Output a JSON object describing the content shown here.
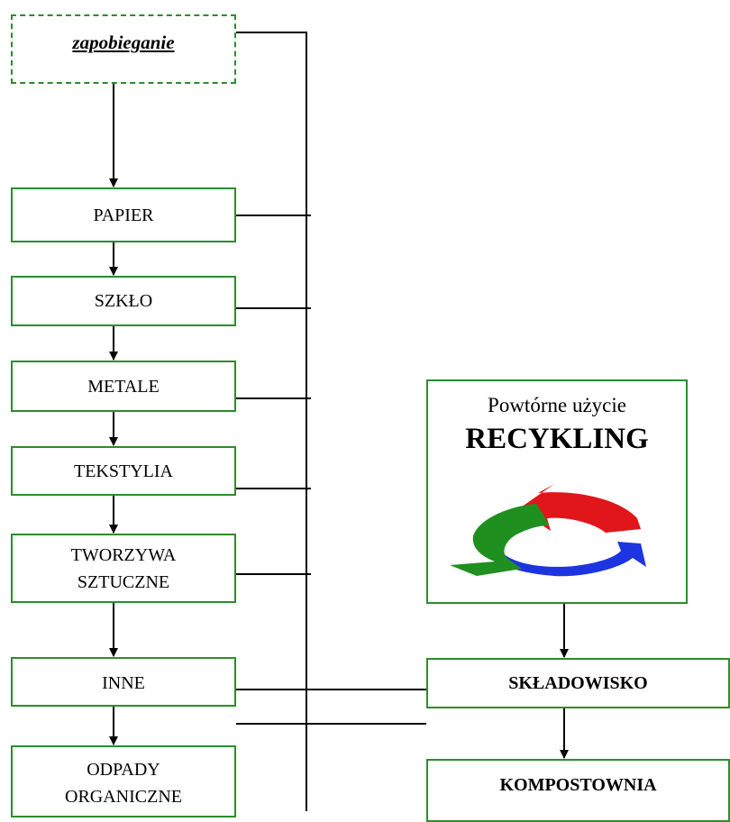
{
  "prevention": {
    "label": "zapobieganie"
  },
  "waste_streams": [
    {
      "line1": "PAPIER",
      "line2": ""
    },
    {
      "line1": "SZKŁO",
      "line2": ""
    },
    {
      "line1": "METALE",
      "line2": ""
    },
    {
      "line1": "TEKSTYLIA",
      "line2": ""
    },
    {
      "line1": "TWORZYWA",
      "line2": "SZTUCZNE"
    },
    {
      "line1": "INNE",
      "line2": ""
    },
    {
      "line1": "ODPADY",
      "line2": "ORGANICZNE"
    }
  ],
  "recycling": {
    "subtitle": "Powtórne użycie",
    "title": "RECYKLING",
    "logo_colors": [
      "#e0161b",
      "#1d35e0",
      "#1f8f1f"
    ]
  },
  "landfill": {
    "label": "SKŁADOWISKO"
  },
  "composting": {
    "label": "KOMPOSTOWNIA"
  },
  "colors": {
    "box_border": "#2e8b2e",
    "line": "#000000"
  }
}
